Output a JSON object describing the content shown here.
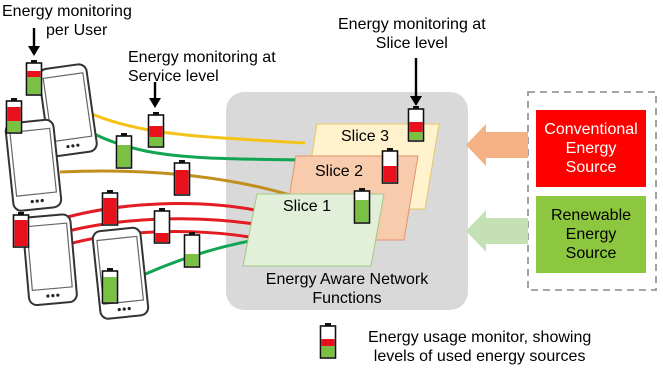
{
  "labels": {
    "per_user": [
      "Energy monitoring",
      "per User"
    ],
    "service_level": [
      "Energy monitoring at",
      "Service level"
    ],
    "slice_level": [
      "Energy monitoring at",
      "Slice level"
    ],
    "network_functions": [
      "Energy Aware Network",
      "Functions"
    ],
    "legend": [
      "Energy usage monitor, showing",
      "levels of used energy sources"
    ]
  },
  "slices": [
    "Slice 3",
    "Slice 2",
    "Slice 1"
  ],
  "sources": {
    "conventional": [
      "Conventional",
      "Energy",
      "Source"
    ],
    "renewable": [
      "Renewable",
      "Energy",
      "Source"
    ]
  },
  "colors": {
    "conventional": "#ff0000",
    "renewable": "#8dc63f",
    "battery_red": "#e8101b",
    "battery_green": "#7ac143",
    "box_gray": "#d9d9d9",
    "line_yellow": "#f5c218",
    "line_green": "#12a551",
    "line_brown": "#c18f1d",
    "line_red": "#e31b23",
    "slice3_fill": "#fff2cc",
    "slice2_fill": "#f8cbad",
    "slice1_fill": "#e2f0d9",
    "arrow_conventional": "#f4b183",
    "arrow_renewable": "#c5e0b4"
  },
  "icons": [
    "battery-icon",
    "smartphone-icon",
    "arrow-down-icon",
    "energy-flow-arrow-icon"
  ]
}
